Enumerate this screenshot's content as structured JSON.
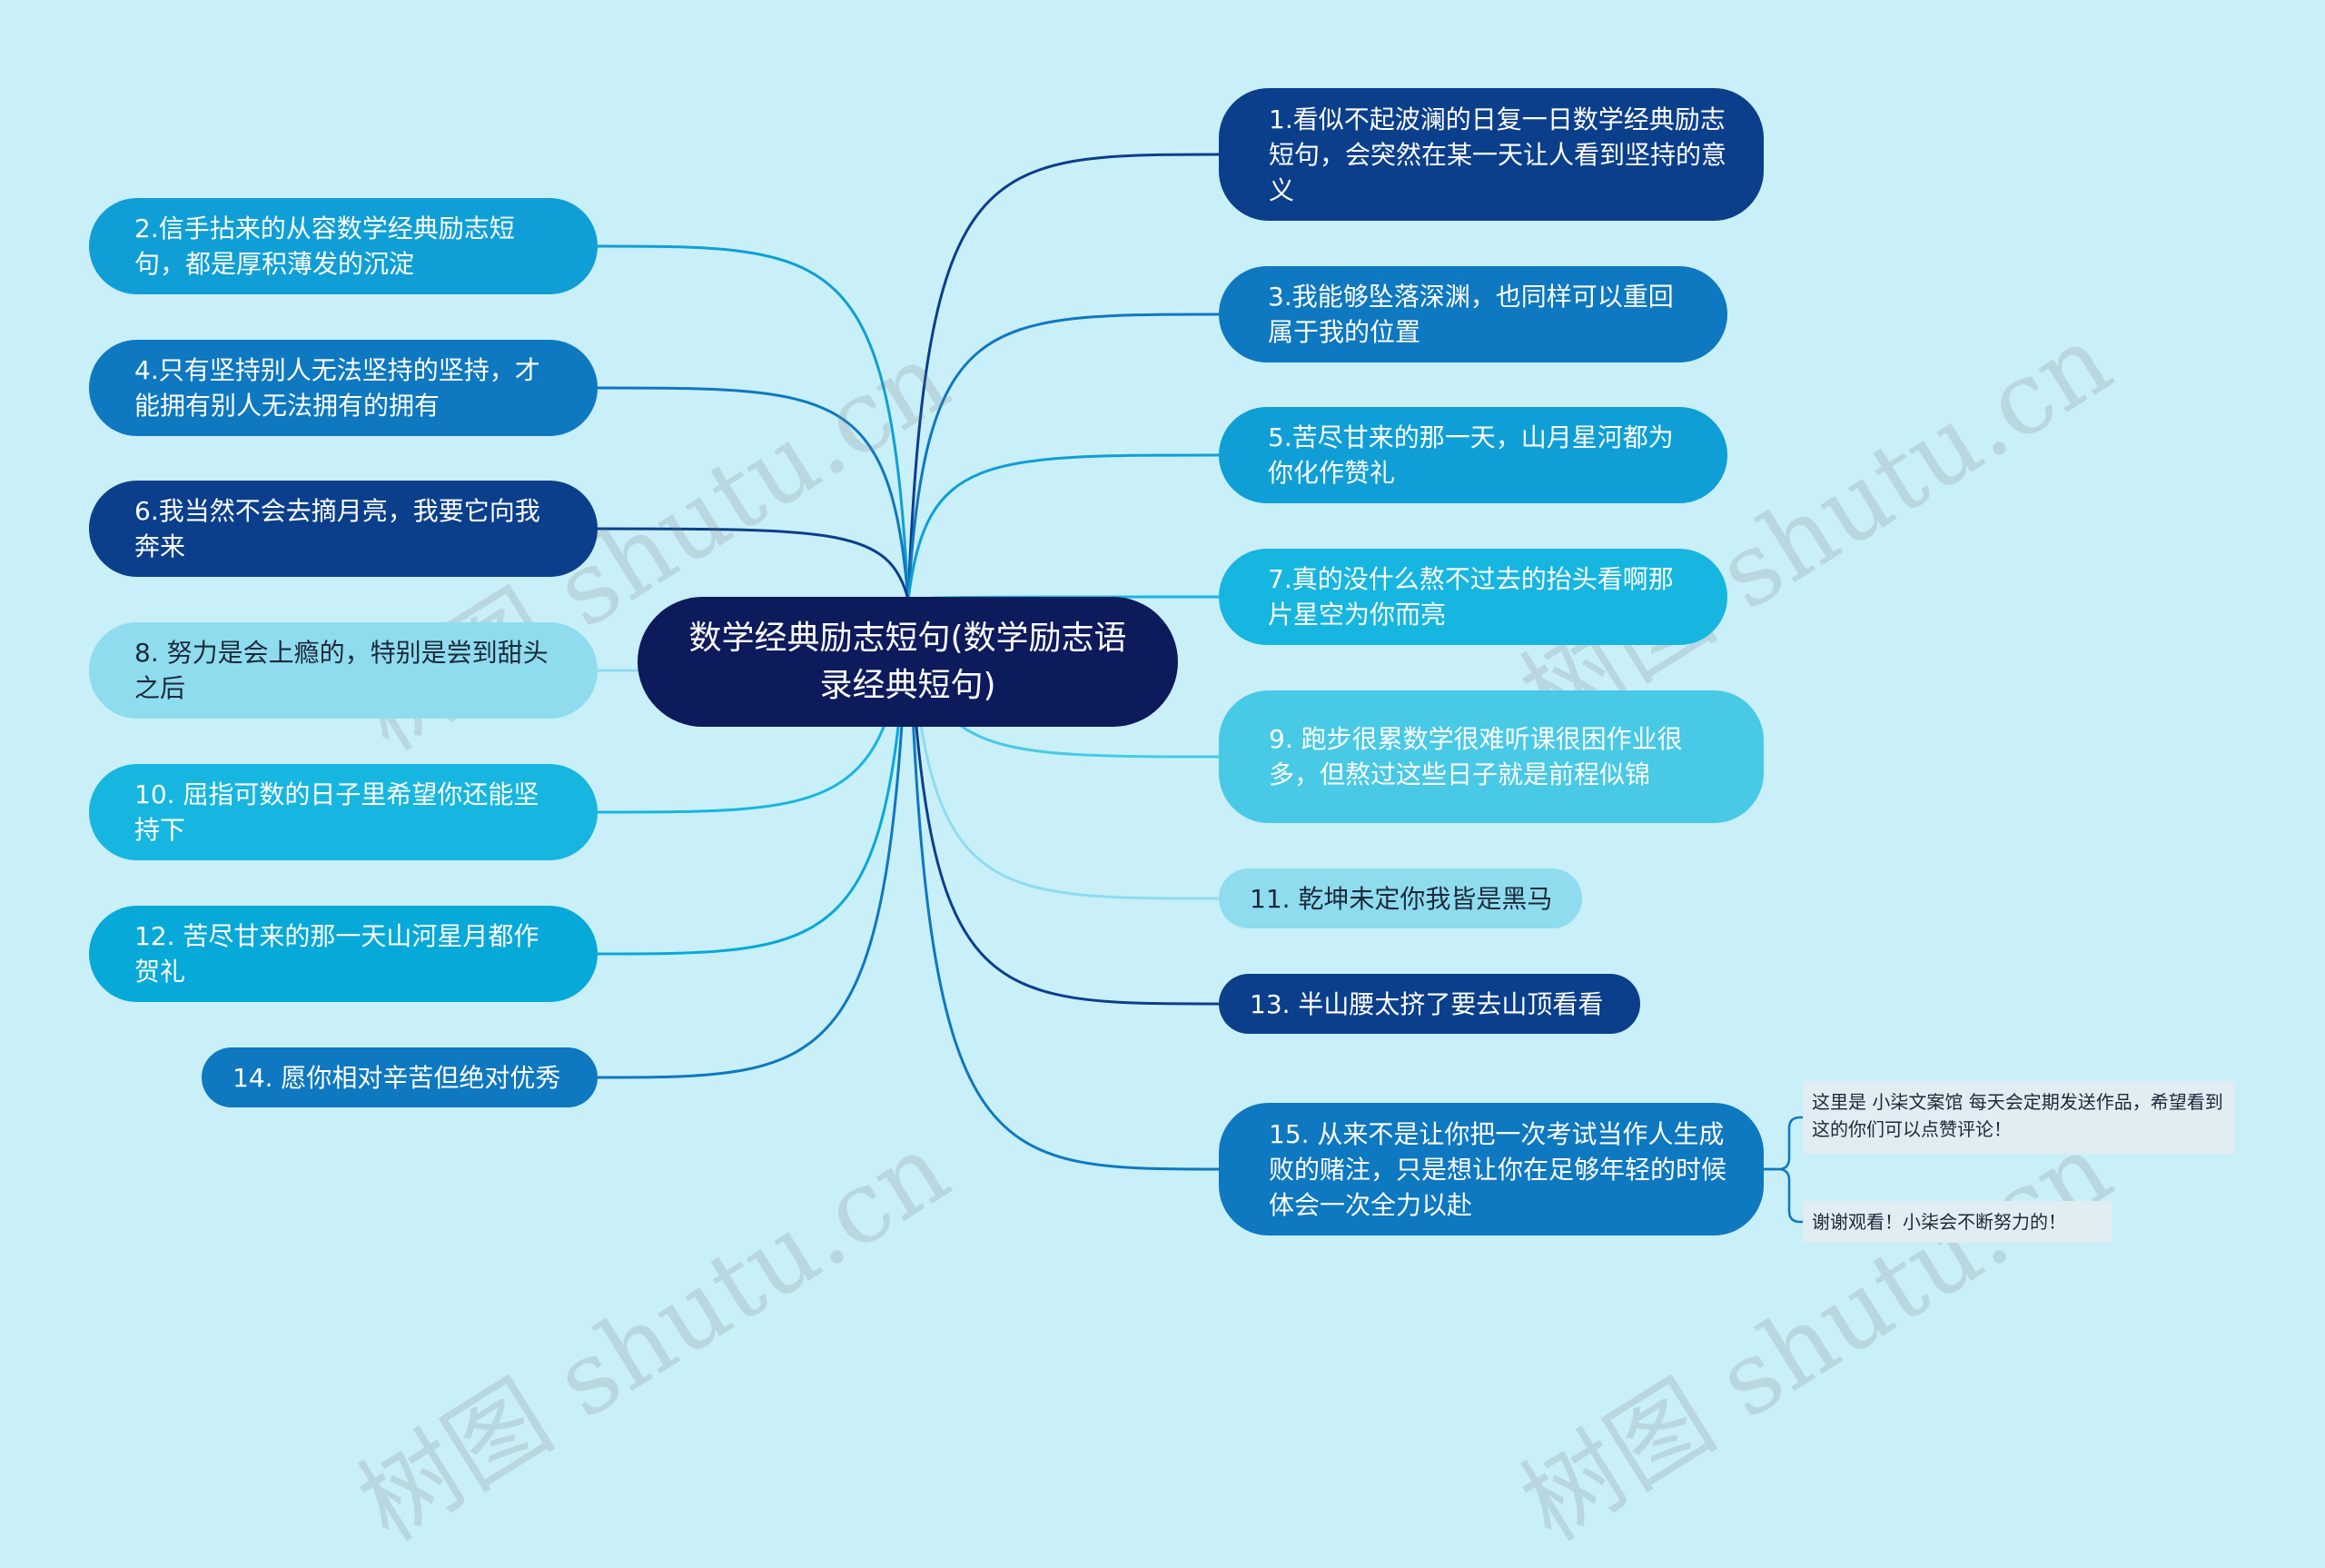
{
  "root": {
    "text": "数学经典励志短句(数学励志语录经典短句)",
    "color": "#0d1a5c"
  },
  "nodes": [
    {
      "id": "n1",
      "side": "right",
      "text": "1.看似不起波澜的日复一日数学经典励志短句，会突然在某一天让人看到坚持的意义",
      "color": "#0b3f8c",
      "textColor": "#ffffff"
    },
    {
      "id": "n2",
      "side": "left",
      "text": "2.信手拈来的从容数学经典励志短句，都是厚积薄发的沉淀",
      "color": "#0f9fd6",
      "textColor": "#ffffff"
    },
    {
      "id": "n3",
      "side": "right",
      "text": "3.我能够坠落深渊，也同样可以重回属于我的位置",
      "color": "#0e78c0",
      "textColor": "#ffffff"
    },
    {
      "id": "n4",
      "side": "left",
      "text": "4.只有坚持别人无法坚持的坚持，才能拥有别人无法拥有的拥有",
      "color": "#0e78c0",
      "textColor": "#ffffff"
    },
    {
      "id": "n5",
      "side": "right",
      "text": "5.苦尽甘来的那一天，山月星河都为你化作赞礼",
      "color": "#0f9fd6",
      "textColor": "#ffffff"
    },
    {
      "id": "n6",
      "side": "left",
      "text": "6.我当然不会去摘月亮，我要它向我奔来",
      "color": "#0b3f8c",
      "textColor": "#ffffff"
    },
    {
      "id": "n7",
      "side": "right",
      "text": "7.真的没什么熬不过去的抬头看啊那片星空为你而亮",
      "color": "#17b6e0",
      "textColor": "#ffffff"
    },
    {
      "id": "n8",
      "side": "left",
      "text": "8. 努力是会上瘾的，特别是尝到甜头之后",
      "color": "#8fdcef",
      "textColor": "#1b2a3a"
    },
    {
      "id": "n9",
      "side": "right",
      "text": "9. 跑步很累数学很难听课很困作业很多，但熬过这些日子就是前程似锦",
      "color": "#48c9e6",
      "textColor": "#ffffff"
    },
    {
      "id": "n10",
      "side": "left",
      "text": "10. 屈指可数的日子里希望你还能坚持下",
      "color": "#17b6e0",
      "textColor": "#ffffff"
    },
    {
      "id": "n11",
      "side": "right",
      "text": "11. 乾坤未定你我皆是黑马",
      "color": "#8fdcef",
      "textColor": "#1b2a3a"
    },
    {
      "id": "n12",
      "side": "left",
      "text": "12. 苦尽甘来的那一天山河星月都作贺礼",
      "color": "#07a9d8",
      "textColor": "#ffffff"
    },
    {
      "id": "n13",
      "side": "right",
      "text": "13. 半山腰太挤了要去山顶看看",
      "color": "#0b3f8c",
      "textColor": "#ffffff"
    },
    {
      "id": "n14",
      "side": "left",
      "text": "14. 愿你相对辛苦但绝对优秀",
      "color": "#0e78c0",
      "textColor": "#ffffff"
    },
    {
      "id": "n15",
      "side": "right",
      "text": "15. 从来不是让你把一次考试当作人生成败的赌注，只是想让你在足够年轻的时候体会一次全力以赴",
      "color": "#0e78c0",
      "textColor": "#ffffff"
    }
  ],
  "notes": [
    {
      "text": "这里是 小柒文案馆 每天会定期发送作品，希望看到这的你们可以点赞评论！"
    },
    {
      "text": "谢谢观看！小柒会不断努力的！"
    }
  ],
  "watermark": "树图 shutu.cn",
  "background": "#c9eff8"
}
